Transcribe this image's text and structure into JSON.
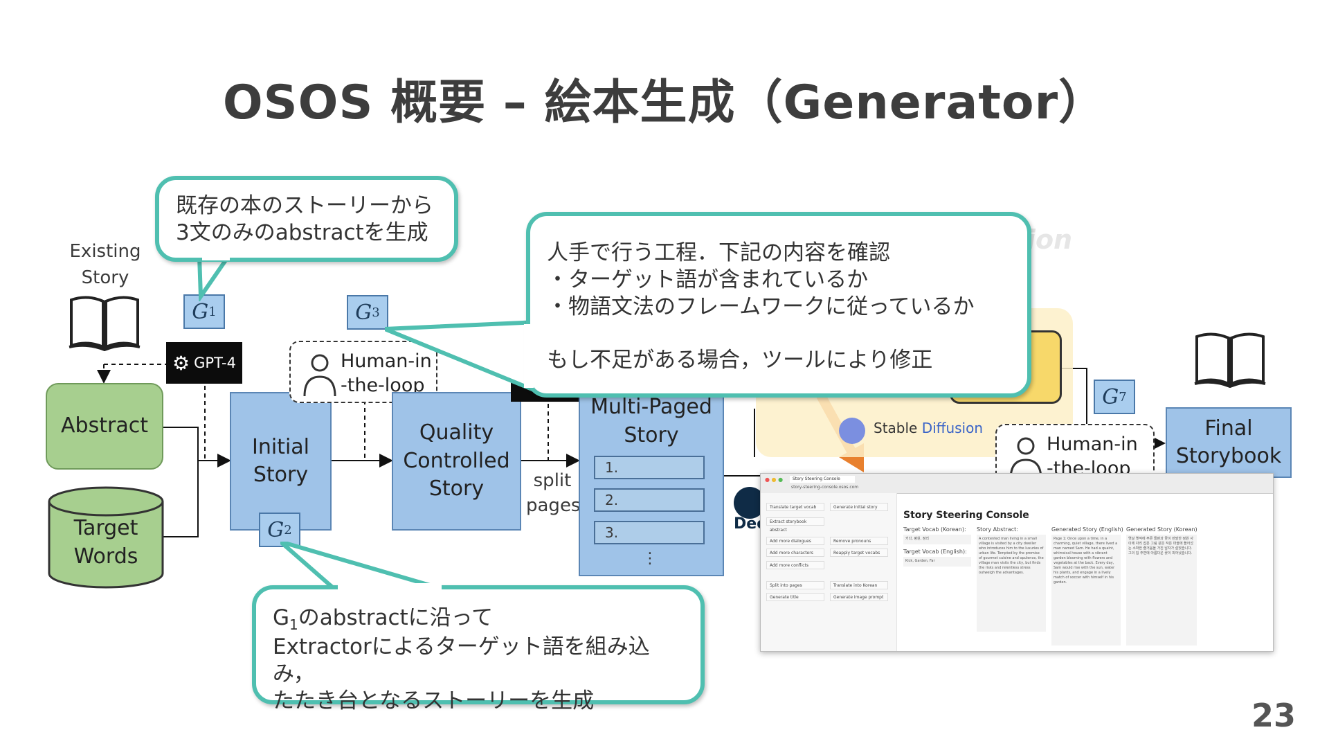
{
  "slide": {
    "title": "OSOS 概要 – 絵本生成（Generator）",
    "page_number": "23"
  },
  "diagram": {
    "existing_story": "Existing\nStory",
    "gpt4_label": "GPT-4",
    "abstract": "Abstract",
    "target_words": "Target\nWords",
    "initial_story": "Initial\nStory",
    "human_loop_1": "Human-in\n-the-loop",
    "quality_story": "Quality\nControlled\nStory",
    "split_pages": "split\npages",
    "multi_paged_story": "Multi-Paged\nStory",
    "pages": [
      "1.",
      "2.",
      "3."
    ],
    "more_pages": "⋮",
    "deepl_partial": "Dee",
    "stable_diffusion": "Stable Diffusion",
    "stable_prefix": "Stable",
    "stable_suffix": "Diffusion",
    "human_loop_2": "Human-in\n-the-loop",
    "final_storybook": "Final\nStorybook",
    "image_generation_faded": "Image Generation",
    "g_labels": {
      "g1": "1",
      "g2": "2",
      "g3": "3",
      "g7": "7",
      "letter": "G"
    }
  },
  "callouts": {
    "g1": "既存の本のストーリーから\n3文のみのabstractを生成",
    "g3": "人手で行う工程．下記の内容を確認\n・ターゲット語が含まれているか\n・物語文法のフレームワークに従っているか\n\nもし不足がある場合，ツールにより修正",
    "g2_line1_prefix": "G",
    "g2_line1_sub": "1",
    "g2_line1_rest": "のabstractに沿って",
    "g2_rest": "Extractorによるターゲット語を組み込み，\nたたき台となるストーリーを生成"
  },
  "console": {
    "tab": "Story Steering Console",
    "url": "story-steering-console.osos.com",
    "title": "Story Steering Console",
    "buttons_left": [
      "Translate target vocab",
      "Extract storybook abstract",
      "Add more dialogues",
      "Add more characters",
      "Add more conflicts",
      "Split into pages",
      "Generate title"
    ],
    "buttons_right": [
      "Generate initial story",
      "Remove pronouns",
      "Reapply target vocabs",
      "Translate into Korean",
      "Generate image prompt"
    ],
    "col_vocab_ko": "Target Vocab (Korean):",
    "vocab_ko_value": "키다, 평원, 정리",
    "col_vocab_en": "Target Vocab (English):",
    "vocab_en_value": "Kick, Garden, Far",
    "col_abstract": "Story Abstract:",
    "abstract_text": "A contented man living in a small village is visited by a city dweller who introduces him to the luxuries of urban life. Tempted by the promise of gourmet cuisine and opulence, the village man visits the city, but finds the risks and relentless stress outweigh the advantages.",
    "col_story_en": "Generated Story (English)",
    "story_en_text": "Page 1: Once upon a time, in a charming, quiet village, there lived a man named Sam. He had a quaint, whimsical house with a vibrant garden blooming with flowers and vegetables at the back. Every day, Sam would rise with the sun, water his plants, and engage in a lively match of soccer with himself in his garden.",
    "col_story_ko": "Generated Story (Korean)",
    "story_ko_text": "옛날 옛적에 푸른 들판과 꽃이 만발한 정원 사이에 자리 잡은 그림 같은 작은 마을에 들어섰는 소박한 즐거움을 가진 남자가 살았습니다. 그의 집 주변에 아름다운 꽃이 피어났습니다."
  }
}
